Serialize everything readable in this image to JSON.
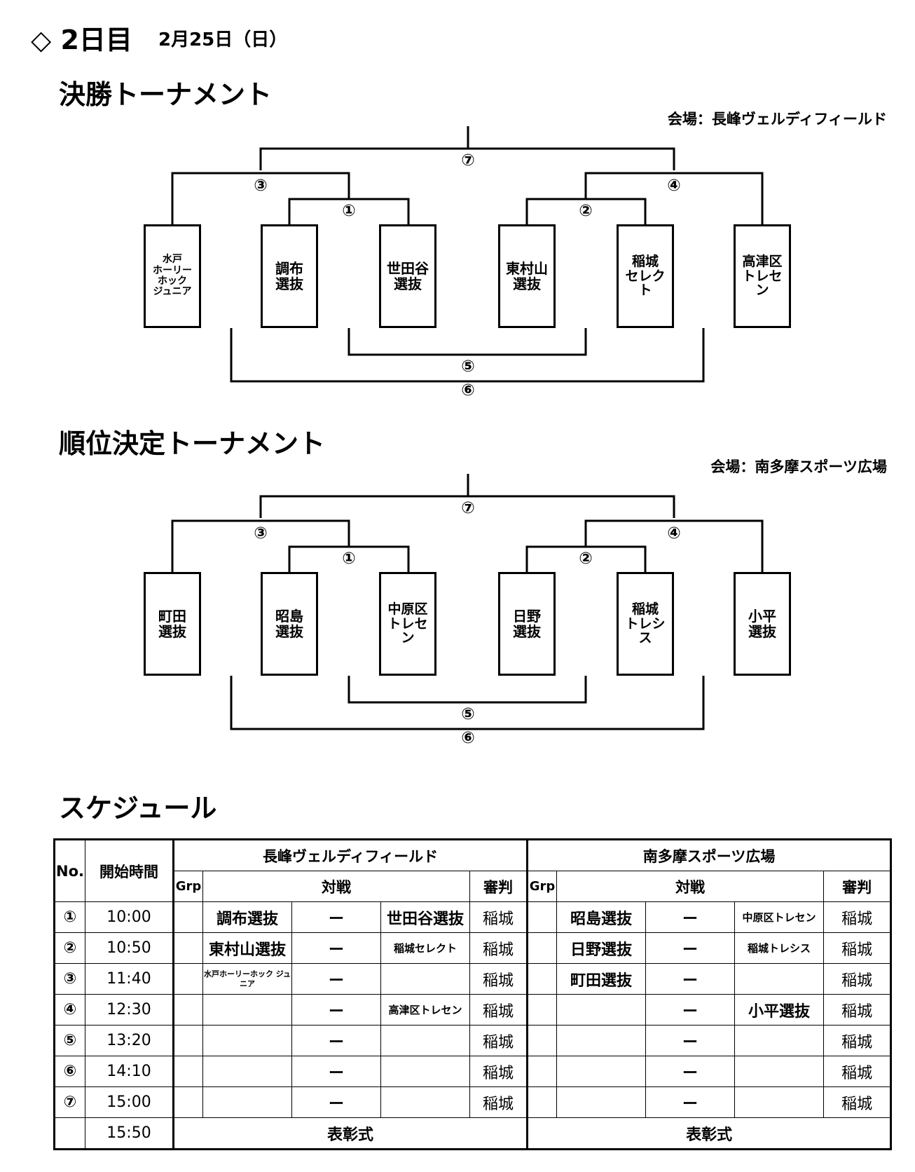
{
  "day_title": "◇ 2日目",
  "date": "2月25日（日）",
  "finals": {
    "title": "決勝トーナメント",
    "venue": "会場：長峰ヴェルディフィールド",
    "teams": [
      "水戸\nホーリー\nホック\nジュニア",
      "調布\n選抜",
      "世田谷\n選抜",
      "東村山\n選抜",
      "稲城\nセレク\nト",
      "高津区\nトレセ\nン"
    ],
    "match_numbers": [
      "①",
      "②",
      "③",
      "④",
      "⑤",
      "⑥",
      "⑦"
    ]
  },
  "placement": {
    "title": "順位決定トーナメント",
    "venue": "会場：南多摩スポーツ広場",
    "teams": [
      "町田\n選抜",
      "昭島\n選抜",
      "中原区\nトレセ\nン",
      "日野\n選抜",
      "稲城\nトレシ\nス",
      "小平\n選抜"
    ],
    "match_numbers": [
      "①",
      "②",
      "③",
      "④",
      "⑤",
      "⑥",
      "⑦"
    ]
  },
  "schedule": {
    "title": "スケジュール",
    "headers": {
      "no": "No.",
      "start_time": "開始時間",
      "venue_a": "長峰ヴェルディフィールド",
      "venue_b": "南多摩スポーツ広場",
      "grp": "Grp",
      "match": "対戦",
      "referee": "審判"
    },
    "rows": [
      {
        "no": "①",
        "time": "10:00",
        "a_home": "調布選抜",
        "a_vs": "ー",
        "a_away": "世田谷選抜",
        "a_ref": "稲城",
        "b_home": "昭島選抜",
        "b_vs": "ー",
        "b_away": "中原区トレセン",
        "b_ref": "稲城"
      },
      {
        "no": "②",
        "time": "10:50",
        "a_home": "東村山選抜",
        "a_vs": "ー",
        "a_away": "稲城セレクト",
        "a_ref": "稲城",
        "b_home": "日野選抜",
        "b_vs": "ー",
        "b_away": "稲城トレシス",
        "b_ref": "稲城"
      },
      {
        "no": "③",
        "time": "11:40",
        "a_home": "水戸ホーリーホック ジュニア",
        "a_vs": "ー",
        "a_away": "",
        "a_ref": "稲城",
        "b_home": "町田選抜",
        "b_vs": "ー",
        "b_away": "",
        "b_ref": "稲城"
      },
      {
        "no": "④",
        "time": "12:30",
        "a_home": "",
        "a_vs": "ー",
        "a_away": "高津区トレセン",
        "a_ref": "稲城",
        "b_home": "",
        "b_vs": "ー",
        "b_away": "小平選抜",
        "b_ref": "稲城"
      },
      {
        "no": "⑤",
        "time": "13:20",
        "a_home": "",
        "a_vs": "ー",
        "a_away": "",
        "a_ref": "稲城",
        "b_home": "",
        "b_vs": "ー",
        "b_away": "",
        "b_ref": "稲城"
      },
      {
        "no": "⑥",
        "time": "14:10",
        "a_home": "",
        "a_vs": "ー",
        "a_away": "",
        "a_ref": "稲城",
        "b_home": "",
        "b_vs": "ー",
        "b_away": "",
        "b_ref": "稲城"
      },
      {
        "no": "⑦",
        "time": "15:00",
        "a_home": "",
        "a_vs": "ー",
        "a_away": "",
        "a_ref": "稲城",
        "b_home": "",
        "b_vs": "ー",
        "b_away": "",
        "b_ref": "稲城"
      }
    ],
    "ceremony": {
      "time": "15:50",
      "venue_a": "表彰式",
      "venue_b": "表彰式"
    }
  }
}
